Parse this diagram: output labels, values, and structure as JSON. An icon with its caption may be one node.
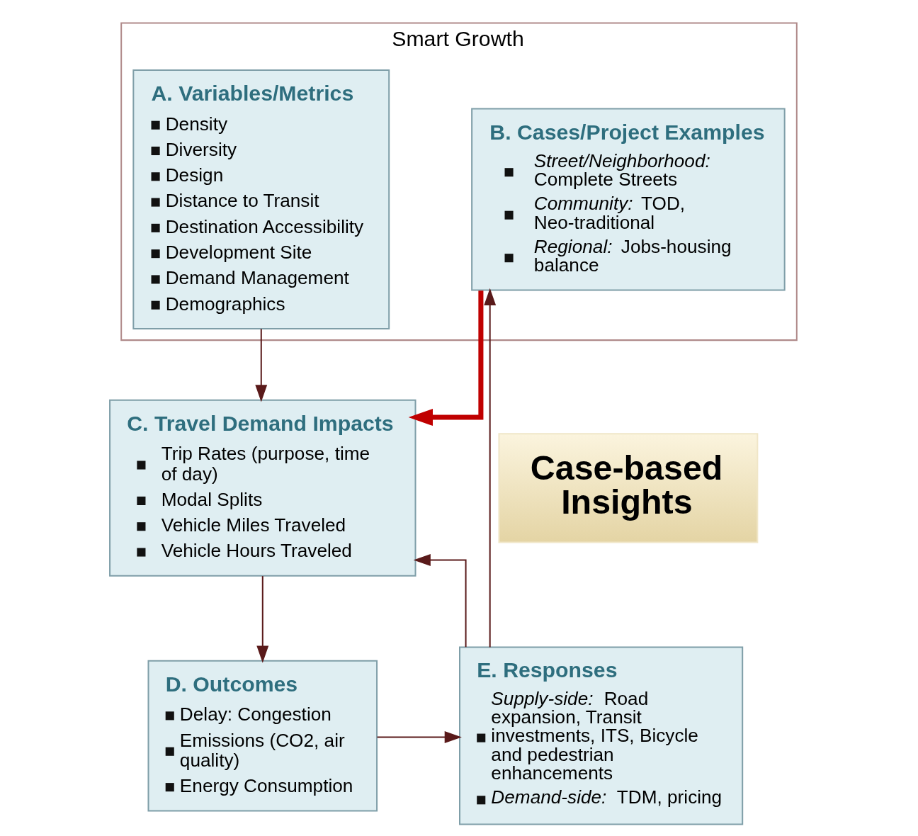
{
  "diagram": {
    "nodes": [
      {
        "text": [
          "Smart Growth"
        ]
      },
      {
        "text": [
          "A. Variables/Metrics",
          "Density",
          "Diversity",
          "Design",
          "Distance to Transit",
          "Destination Accessibility",
          "Development Site",
          "Demand Management",
          "Demographics"
        ],
        "in": 0
      },
      {
        "text": [
          "B. Cases/Project Examples",
          "*Street/Neighborhood:* Complete Streets",
          "*Community:* TOD, Neo-traditional",
          "*Regional:* Jobs-housing balance"
        ],
        "in": 0
      },
      {
        "text": [
          "C. Travel Demand Impacts",
          "Trip Rates (purpose, time of day)",
          "Modal Splits",
          "Vehicle Miles Traveled",
          "Vehicle Hours Traveled"
        ]
      },
      {
        "text": [
          "D. Outcomes",
          "Delay: Congestion",
          "Emissions (CO2, air quality)",
          "Energy Consumption"
        ]
      },
      {
        "text": [
          "E. Responses",
          "*Supply-side:* Road expansion, Transit investments, ITS, Bicycle and pedestrian enhancements",
          "*Demand-side:* TDM, pricing"
        ]
      },
      {
        "text": [
          "Case-based Insights"
        ]
      }
    ],
    "edges": [
      {
        "from": 1,
        "to": 3,
        "arrow": "to"
      },
      {
        "from": 2,
        "to": 3,
        "arrow": "to",
        "style": "thick",
        "color": "#c00000"
      },
      {
        "from": 3,
        "to": 4,
        "arrow": "to"
      },
      {
        "from": 4,
        "to": 5,
        "arrow": "to"
      },
      {
        "from": 5,
        "to": 3,
        "arrow": "to"
      },
      {
        "from": 5,
        "to": 2,
        "arrow": "to"
      }
    ]
  }
}
